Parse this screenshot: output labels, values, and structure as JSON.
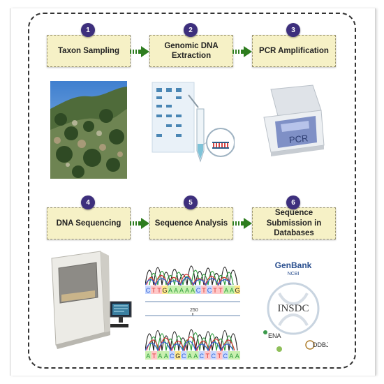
{
  "colors": {
    "badge": "#3d2f7d",
    "step_fill": "#f6f1c6",
    "arrow": "#2e7d1f"
  },
  "steps": [
    {
      "number": "1",
      "label": "Taxon Sampling"
    },
    {
      "number": "2",
      "label": "Genomic DNA Extraction"
    },
    {
      "number": "3",
      "label": "PCR Amplification"
    },
    {
      "number": "4",
      "label": "DNA Sequencing"
    },
    {
      "number": "5",
      "label": "Sequence Analysis"
    },
    {
      "number": "6",
      "label": "Sequence Submission in Databases"
    }
  ],
  "images": {
    "pcr_label": "PCR",
    "chromatogram_top": [
      "C",
      "T",
      "T",
      "G",
      "A",
      "A",
      "A",
      "A",
      "A",
      "C",
      "T",
      "C",
      "T",
      "T",
      "A",
      "A",
      "G"
    ],
    "chromatogram_bottom": [
      "A",
      "T",
      "A",
      "A",
      "C",
      "G",
      "C",
      "A",
      "A",
      "C",
      "T",
      "C",
      "T",
      "C",
      "A",
      "A"
    ],
    "chromatogram_marker": "250",
    "databases": {
      "genbank": "GenBank",
      "ncbi": "NCBI",
      "insdc": "INSDC",
      "ena": "ENA",
      "ddbj": "DDBJ"
    }
  }
}
